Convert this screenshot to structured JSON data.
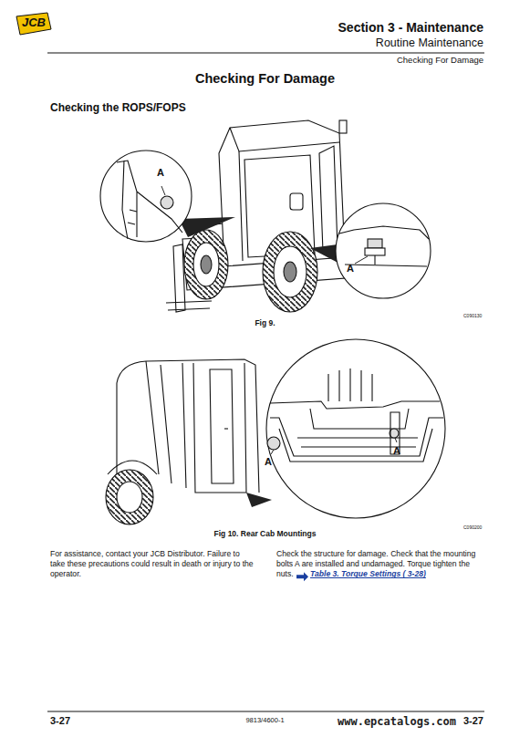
{
  "diagram": {
    "title": "Checking For Damage",
    "labels": [
      "JCB",
      "Section 3 - Maintenance",
      "Routine Maintenance",
      "Checking For Damage",
      "Checking the ROPS/FOPS",
      "A",
      "A",
      "C090130",
      "Fig 9.",
      "A",
      "A",
      "C090200",
      "Fig 10. Rear Cab Mountings",
      "For assistance, contact your JCB Distributor. Failure to take these precautions could result in death or injury to the operator.",
      "Check the structure for damage. Check that the mounting bolts A are installed and undamaged. Torque tighten the nuts.",
      "Table 3. Torque Settings ( 3-28)",
      "3-27",
      "9813/4600-1",
      "www.epcatalogs.com",
      "3-27"
    ]
  }
}
